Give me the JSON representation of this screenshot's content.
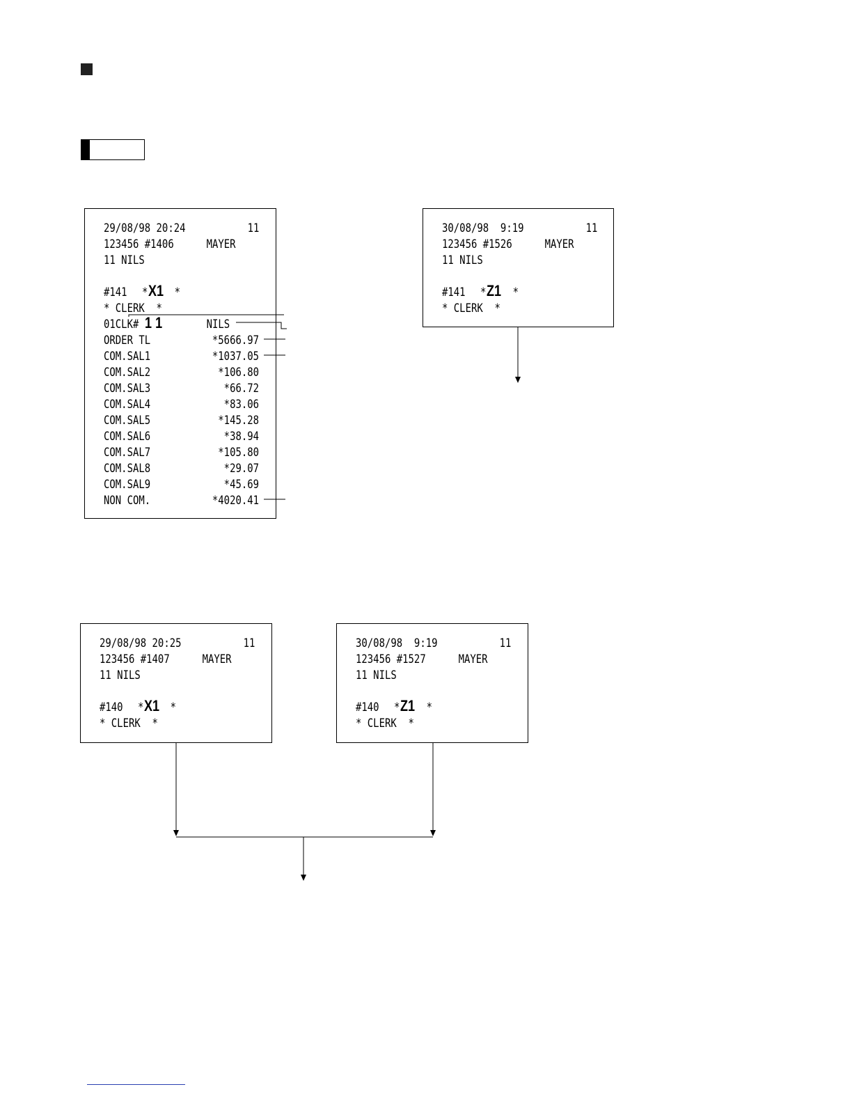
{
  "receipts": {
    "clerk_x1": {
      "header": {
        "date_time": "29/08/98 20:24",
        "clerk_code": "11",
        "store_consec": "123456 #1406",
        "operator": "MAYER",
        "clerk_name": "11 NILS"
      },
      "report": {
        "number": "#141",
        "mode_prefix": "*",
        "mode": "X1",
        "mode_suffix": "*",
        "title": "* CLERK  *"
      },
      "clerk_line": {
        "label": "01CLK#",
        "number": "1 1",
        "name": "NILS"
      },
      "rows": [
        {
          "label": "ORDER TL",
          "value": "*5666.97"
        },
        {
          "label": "COM.SAL1",
          "value": "*1037.05"
        },
        {
          "label": "COM.SAL2",
          "value": "*106.80"
        },
        {
          "label": "COM.SAL3",
          "value": "*66.72"
        },
        {
          "label": "COM.SAL4",
          "value": "*83.06"
        },
        {
          "label": "COM.SAL5",
          "value": "*145.28"
        },
        {
          "label": "COM.SAL6",
          "value": "*38.94"
        },
        {
          "label": "COM.SAL7",
          "value": "*105.80"
        },
        {
          "label": "COM.SAL8",
          "value": "*29.07"
        },
        {
          "label": "COM.SAL9",
          "value": "*45.69"
        },
        {
          "label": "NON COM.",
          "value": "*4020.41"
        }
      ]
    },
    "clerk_z1": {
      "header": {
        "date_time": "30/08/98  9:19",
        "clerk_code": "11",
        "store_consec": "123456 #1526",
        "operator": "MAYER",
        "clerk_name": "11 NILS"
      },
      "report": {
        "number": "#141",
        "mode_prefix": "*",
        "mode": "Z1",
        "mode_suffix": "*",
        "title": "* CLERK  *"
      }
    },
    "all_clerk_x1": {
      "header": {
        "date_time": "29/08/98 20:25",
        "clerk_code": "11",
        "store_consec": "123456 #1407",
        "operator": "MAYER",
        "clerk_name": "11 NILS"
      },
      "report": {
        "number": "#140",
        "mode_prefix": "*",
        "mode": "X1",
        "mode_suffix": "*",
        "title": "* CLERK  *"
      }
    },
    "all_clerk_z1": {
      "header": {
        "date_time": "30/08/98  9:19",
        "clerk_code": "11",
        "store_consec": "123456 #1527",
        "operator": "MAYER",
        "clerk_name": "11 NILS"
      },
      "report": {
        "number": "#140",
        "mode_prefix": "*",
        "mode": "Z1",
        "mode_suffix": "*",
        "title": "* CLERK  *"
      }
    }
  }
}
